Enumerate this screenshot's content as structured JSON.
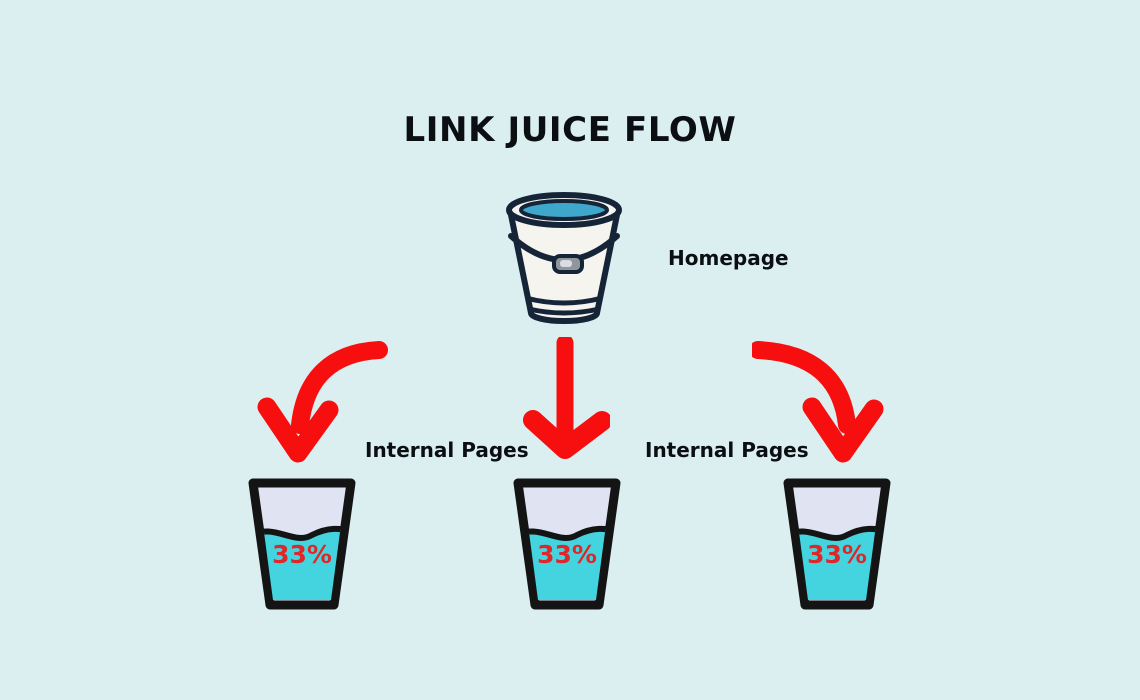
{
  "title": "LINK JUICE FLOW",
  "source": {
    "label": "Homepage"
  },
  "labels": {
    "internal_left": "Internal Pages",
    "internal_right": "Internal Pages"
  },
  "glasses": [
    {
      "value": "33%"
    },
    {
      "value": "33%"
    },
    {
      "value": "33%"
    }
  ],
  "colors": {
    "background": "#DBEFF1",
    "arrow_red": "#F70F0F",
    "value_red": "#DE2729",
    "water_cyan": "#44D4E0",
    "glass_empty": "#DFE3F2",
    "glass_outline": "#141414",
    "bucket_outline": "#162438",
    "bucket_body": "#F5F4EF",
    "bucket_water": "#3FA6CC",
    "grip_gray": "#8F969E",
    "text_color": "#0B0F12"
  }
}
